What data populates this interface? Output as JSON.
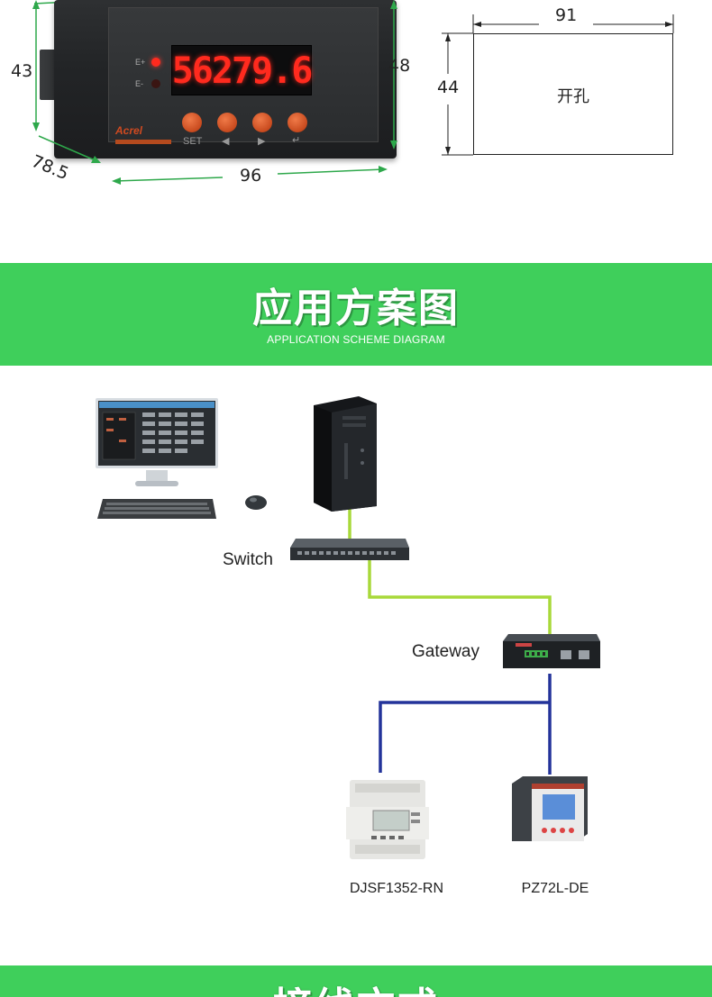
{
  "dimensions": {
    "height_front": "43",
    "width_front": "96",
    "depth": "78.5",
    "height_panel": "48",
    "cutout_width": "91",
    "cutout_height": "44",
    "cutout_label": "开孔"
  },
  "meter": {
    "display_value": "56279.6",
    "indicators": [
      "E+",
      "E-"
    ],
    "buttons": [
      "SET",
      "◀",
      "▶",
      "↵"
    ],
    "brand": "Acrel"
  },
  "section_application": {
    "title": "应用方案图",
    "subtitle": "APPLICATION SCHEME DIAGRAM"
  },
  "diagram": {
    "switch_label": "Switch",
    "gateway_label": "Gateway",
    "device1_label": "DJSF1352-RN",
    "device2_label": "PZ72L-DE",
    "colors": {
      "ethernet": "#a8d93a",
      "rs485": "#23339a"
    }
  },
  "section_wiring": {
    "title": "接线方式"
  }
}
